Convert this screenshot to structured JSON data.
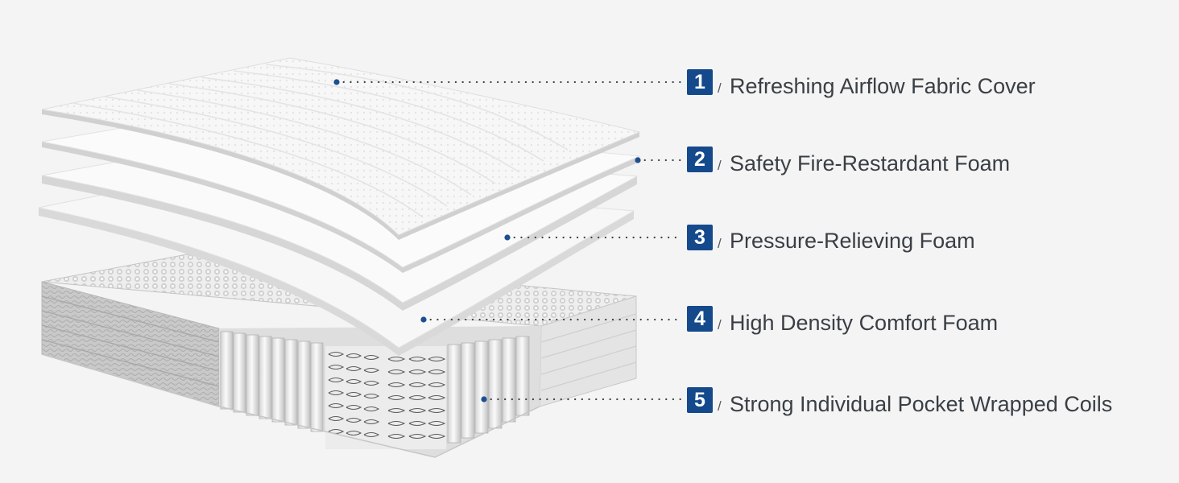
{
  "colors": {
    "background": "#f4f4f4",
    "badge": "#144a8c",
    "label_text": "#3a3f45",
    "leader_dots": "#3b4046",
    "anchor_dot": "#1d4f91"
  },
  "separator": "/",
  "layers": [
    {
      "number": "1",
      "label": "Refreshing Airflow Fabric Cover"
    },
    {
      "number": "2",
      "label": "Safety Fire-Restardant Foam"
    },
    {
      "number": "3",
      "label": "Pressure-Relieving Foam"
    },
    {
      "number": "4",
      "label": "High Density Comfort Foam"
    },
    {
      "number": "5",
      "label": "Strong Individual Pocket Wrapped Coils"
    }
  ]
}
